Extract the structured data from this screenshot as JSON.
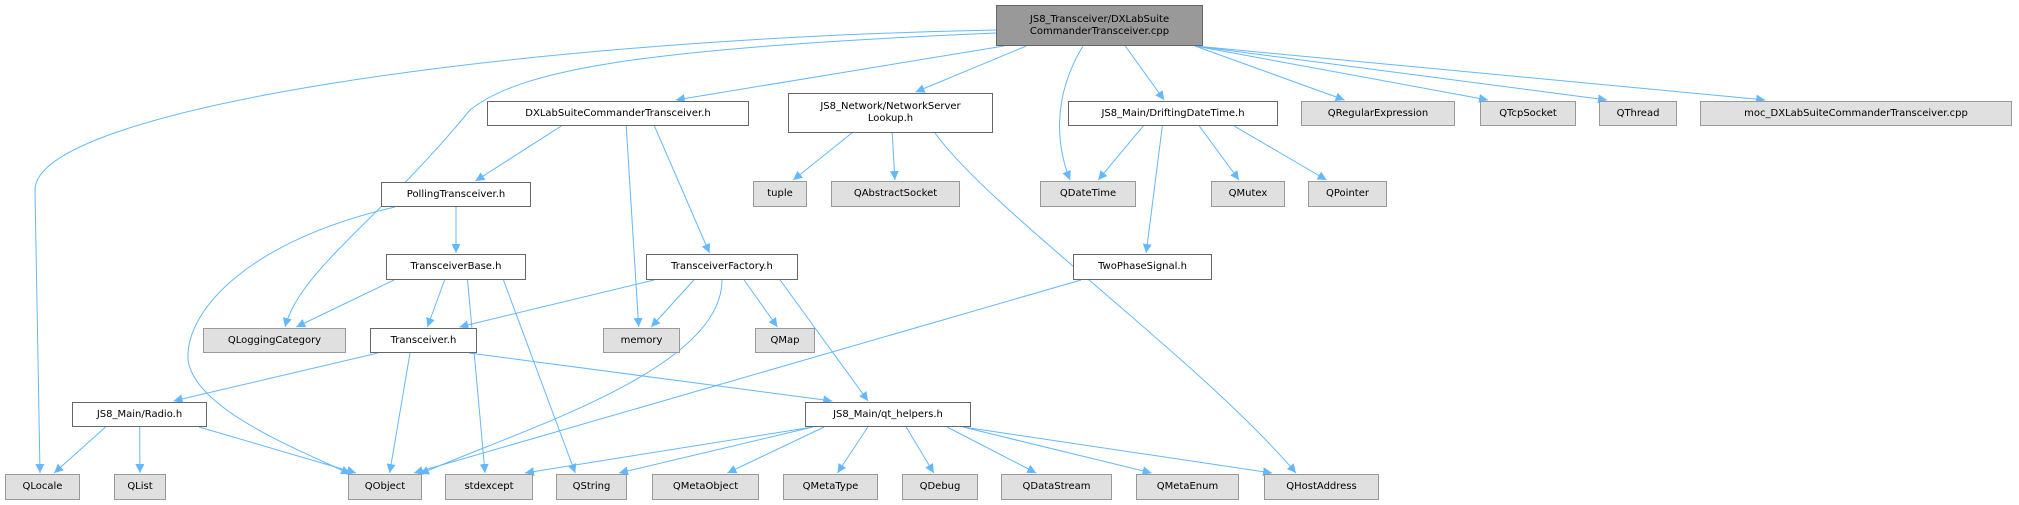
{
  "colors": {
    "edge": "#63b8ff",
    "root_fill": "#999999",
    "external_fill": "#e0e0e0",
    "local_fill": "#ffffff"
  },
  "nodes": [
    {
      "id": "root",
      "label": "JS8_Transceiver/DXLabSuite\nCommanderTransceiver.cpp",
      "kind": "root"
    },
    {
      "id": "dxlab_h",
      "label": "DXLabSuiteCommanderTransceiver.h",
      "kind": "local"
    },
    {
      "id": "netlookup",
      "label": "JS8_Network/NetworkServer\nLookup.h",
      "kind": "local"
    },
    {
      "id": "drifting",
      "label": "JS8_Main/DriftingDateTime.h",
      "kind": "local"
    },
    {
      "id": "qregex",
      "label": "QRegularExpression",
      "kind": "external"
    },
    {
      "id": "qtcp",
      "label": "QTcpSocket",
      "kind": "external"
    },
    {
      "id": "qthread",
      "label": "QThread",
      "kind": "external"
    },
    {
      "id": "moc",
      "label": "moc_DXLabSuiteCommanderTransceiver.cpp",
      "kind": "external"
    },
    {
      "id": "polling",
      "label": "PollingTransceiver.h",
      "kind": "local"
    },
    {
      "id": "tuple",
      "label": "tuple",
      "kind": "external"
    },
    {
      "id": "qabstract",
      "label": "QAbstractSocket",
      "kind": "external"
    },
    {
      "id": "qdatetime",
      "label": "QDateTime",
      "kind": "external"
    },
    {
      "id": "qmutex",
      "label": "QMutex",
      "kind": "external"
    },
    {
      "id": "qpointer",
      "label": "QPointer",
      "kind": "external"
    },
    {
      "id": "tbase",
      "label": "TransceiverBase.h",
      "kind": "local"
    },
    {
      "id": "tfactory",
      "label": "TransceiverFactory.h",
      "kind": "local"
    },
    {
      "id": "twophase",
      "label": "TwoPhaseSignal.h",
      "kind": "local"
    },
    {
      "id": "qlogcat",
      "label": "QLoggingCategory",
      "kind": "external"
    },
    {
      "id": "transceiver",
      "label": "Transceiver.h",
      "kind": "local"
    },
    {
      "id": "memory",
      "label": "memory",
      "kind": "external"
    },
    {
      "id": "qmap",
      "label": "QMap",
      "kind": "external"
    },
    {
      "id": "radio",
      "label": "JS8_Main/Radio.h",
      "kind": "local"
    },
    {
      "id": "qthelpers",
      "label": "JS8_Main/qt_helpers.h",
      "kind": "local"
    },
    {
      "id": "qlocale",
      "label": "QLocale",
      "kind": "external"
    },
    {
      "id": "qlist",
      "label": "QList",
      "kind": "external"
    },
    {
      "id": "qobject",
      "label": "QObject",
      "kind": "external"
    },
    {
      "id": "stdexcept",
      "label": "stdexcept",
      "kind": "external"
    },
    {
      "id": "qstring",
      "label": "QString",
      "kind": "external"
    },
    {
      "id": "qmetaobject",
      "label": "QMetaObject",
      "kind": "external"
    },
    {
      "id": "qmetatype",
      "label": "QMetaType",
      "kind": "external"
    },
    {
      "id": "qdebug",
      "label": "QDebug",
      "kind": "external"
    },
    {
      "id": "qdatastream",
      "label": "QDataStream",
      "kind": "external"
    },
    {
      "id": "qmetaenum",
      "label": "QMetaEnum",
      "kind": "external"
    },
    {
      "id": "qhostaddress",
      "label": "QHostAddress",
      "kind": "external"
    }
  ],
  "edges": [
    [
      "root",
      "qlocale"
    ],
    [
      "root",
      "qlogcat"
    ],
    [
      "root",
      "dxlab_h"
    ],
    [
      "root",
      "netlookup"
    ],
    [
      "root",
      "qdatetime"
    ],
    [
      "root",
      "drifting"
    ],
    [
      "root",
      "qregex"
    ],
    [
      "root",
      "qtcp"
    ],
    [
      "root",
      "qthread"
    ],
    [
      "root",
      "moc"
    ],
    [
      "dxlab_h",
      "polling"
    ],
    [
      "dxlab_h",
      "memory"
    ],
    [
      "dxlab_h",
      "tfactory"
    ],
    [
      "netlookup",
      "tuple"
    ],
    [
      "netlookup",
      "qabstract"
    ],
    [
      "netlookup",
      "qhostaddress"
    ],
    [
      "drifting",
      "qdatetime"
    ],
    [
      "drifting",
      "qmutex"
    ],
    [
      "drifting",
      "qpointer"
    ],
    [
      "drifting",
      "twophase"
    ],
    [
      "polling",
      "qobject"
    ],
    [
      "polling",
      "tbase"
    ],
    [
      "tbase",
      "qlogcat"
    ],
    [
      "tbase",
      "transceiver"
    ],
    [
      "tbase",
      "stdexcept"
    ],
    [
      "tbase",
      "qstring"
    ],
    [
      "tfactory",
      "transceiver"
    ],
    [
      "tfactory",
      "memory"
    ],
    [
      "tfactory",
      "qmap"
    ],
    [
      "tfactory",
      "qobject"
    ],
    [
      "tfactory",
      "qthelpers"
    ],
    [
      "twophase",
      "qobject"
    ],
    [
      "transceiver",
      "radio"
    ],
    [
      "transceiver",
      "qobject"
    ],
    [
      "transceiver",
      "qthelpers"
    ],
    [
      "radio",
      "qlocale"
    ],
    [
      "radio",
      "qlist"
    ],
    [
      "radio",
      "qobject"
    ],
    [
      "qthelpers",
      "stdexcept"
    ],
    [
      "qthelpers",
      "qstring"
    ],
    [
      "qthelpers",
      "qmetaobject"
    ],
    [
      "qthelpers",
      "qmetatype"
    ],
    [
      "qthelpers",
      "qdebug"
    ],
    [
      "qthelpers",
      "qdatastream"
    ],
    [
      "qthelpers",
      "qmetaenum"
    ],
    [
      "qthelpers",
      "qhostaddress"
    ]
  ]
}
